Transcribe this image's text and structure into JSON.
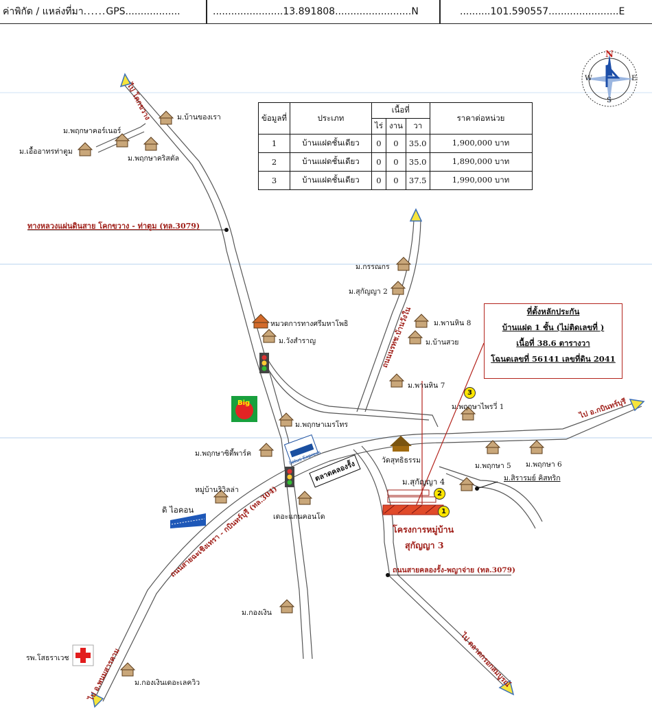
{
  "header": {
    "coord_label": "ค่าพิกัด / แหล่งที่มา",
    "source": "GPS",
    "north_value": "13.891808",
    "north_unit": "N",
    "east_value": "101.590557",
    "east_unit": "E"
  },
  "compass": {
    "n": "N",
    "s": "S",
    "e": "E",
    "w": "W"
  },
  "table": {
    "headers": {
      "no": "ข้อมูลที่",
      "type": "ประเภท",
      "area": "เนื้อที่",
      "rai": "ไร่",
      "ngan": "งาน",
      "wa": "วา",
      "price": "ราคาต่อหน่วย"
    },
    "rows": [
      {
        "no": "1",
        "type": "บ้านแฝดชั้นเดียว",
        "rai": "0",
        "ngan": "0",
        "wa": "35.0",
        "price": "1,900,000 บาท"
      },
      {
        "no": "2",
        "type": "บ้านแฝดชั้นเดียว",
        "rai": "0",
        "ngan": "0",
        "wa": "35.0",
        "price": "1,890,000 บาท"
      },
      {
        "no": "3",
        "type": "บ้านแฝดชั้นเดียว",
        "rai": "0",
        "ngan": "0",
        "wa": "37.5",
        "price": "1,990,000 บาท"
      }
    ]
  },
  "collateral": {
    "title": "ที่ตั้งหลักประกัน",
    "line1": "บ้านแฝด 1 ชั้น (ไม่ติดเลขที่ )",
    "line2": "เนื้อที่ 38.6 ตารางวา",
    "line3": "โฉนดเลขที่ 56141 เลขที่ดิน 2041"
  },
  "markers": [
    "1",
    "2",
    "3"
  ],
  "places": {
    "to_khok": "ไป โคกขวาง",
    "ban_khong_rao": "ม.บ้านของเรา",
    "pruksa_court": "ม.พฤกษาคอร์เนอร์",
    "ua_athorn": "ม.เอื้ออาทรท่าตูม",
    "pruksa_crystal": "ม.พฤกษาคริสตัล",
    "highway_3079": "ทางหลวงแผ่นดินสาย โคกขวาง - ท่าตูม (ทล.3079)",
    "kannakorn": "ม.กรรณกร",
    "sukanya2": "ม.สุกัญญา 2",
    "supachok_road": "ถนนนรทช.บ้านวังใน",
    "phanhin8": "ม.พานหิน 8",
    "ban_suay": "ม.บ้านสวย",
    "phanhin7": "ม.พานหิน 7",
    "highways_office": "หมวดการทางศรีมหาโพธิ",
    "wang_saran": "ม.วังสำราญ",
    "pruksa_phrai1": "ม.พฤกษาไพรวี่ 1",
    "to_kabinburi": "ไป อ.กบินทร์บุรี",
    "pruksa_mason": "ม.พฤกษาเมรโทร",
    "tesco": "Lotus Express",
    "pruksa_city_park": "ม.พฤกษาซิตี้พาร์ค",
    "talad_khlong_rung": "ตลาดคลองรั้ง",
    "wat": "วัดสุทธิธรรม",
    "pruksa5": "ม.พฤกษา 5",
    "pruksa6": "ม.พฤกษา 6",
    "siriman": "ม.สิรารมย์ คิสทริก",
    "sukanya4": "ม.สุกัญญา 4",
    "riverville": "หมู่บ้านริวิลล่า",
    "the_icon": "ดิ ไอคอน",
    "road_304": "ถนนสายฉะเชิงเทรา - กบินทร์บุรี (ทล.304)",
    "the_icon_condo": "เดอะแกนคอนโด",
    "project_name": "โครงการหมู่บ้าน",
    "project_sub": "สุกัญญา 3",
    "road_3079b": "ถนนสายคลองรั้ง-พญาจ่าย (ทล.3079)",
    "kong_ngoen": "ม.กองเงิน",
    "hospital": "รพ.โสธราเวช",
    "to_phanom": "ไป อ.พนมสารคาม",
    "kong_ngoen_lake": "ม.กองเงินเดอะเลควิว",
    "to_talad": "ไป ตลาดกรอกสมบูรณ์"
  }
}
